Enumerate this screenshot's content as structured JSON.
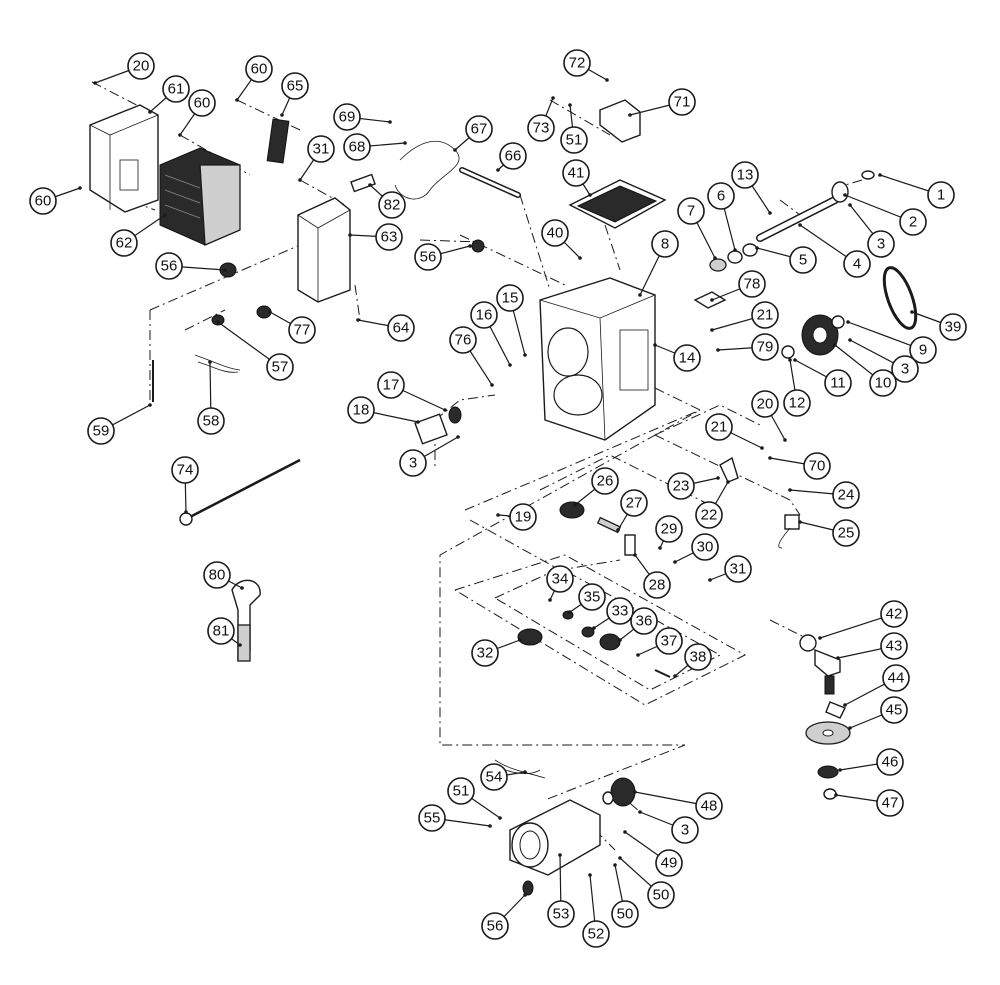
{
  "diagram": {
    "callouts": [
      {
        "label": "20"
      },
      {
        "label": "60"
      },
      {
        "label": "65"
      },
      {
        "label": "61"
      },
      {
        "label": "60"
      },
      {
        "label": "60"
      },
      {
        "label": "62"
      },
      {
        "label": "31"
      },
      {
        "label": "69"
      },
      {
        "label": "67"
      },
      {
        "label": "68"
      },
      {
        "label": "66"
      },
      {
        "label": "72"
      },
      {
        "label": "71"
      },
      {
        "label": "73"
      },
      {
        "label": "51"
      },
      {
        "label": "41"
      },
      {
        "label": "13"
      },
      {
        "label": "1"
      },
      {
        "label": "82"
      },
      {
        "label": "63"
      },
      {
        "label": "40"
      },
      {
        "label": "8"
      },
      {
        "label": "7"
      },
      {
        "label": "6"
      },
      {
        "label": "2"
      },
      {
        "label": "3"
      },
      {
        "label": "56"
      },
      {
        "label": "56"
      },
      {
        "label": "5"
      },
      {
        "label": "4"
      },
      {
        "label": "78"
      },
      {
        "label": "39"
      },
      {
        "label": "15"
      },
      {
        "label": "16"
      },
      {
        "label": "21"
      },
      {
        "label": "9"
      },
      {
        "label": "64"
      },
      {
        "label": "77"
      },
      {
        "label": "76"
      },
      {
        "label": "14"
      },
      {
        "label": "79"
      },
      {
        "label": "3"
      },
      {
        "label": "57"
      },
      {
        "label": "10"
      },
      {
        "label": "11"
      },
      {
        "label": "12"
      },
      {
        "label": "17"
      },
      {
        "label": "18"
      },
      {
        "label": "58"
      },
      {
        "label": "59"
      },
      {
        "label": "20"
      },
      {
        "label": "21"
      },
      {
        "label": "3"
      },
      {
        "label": "70"
      },
      {
        "label": "74"
      },
      {
        "label": "26"
      },
      {
        "label": "23"
      },
      {
        "label": "24"
      },
      {
        "label": "27"
      },
      {
        "label": "19"
      },
      {
        "label": "22"
      },
      {
        "label": "25"
      },
      {
        "label": "29"
      },
      {
        "label": "30"
      },
      {
        "label": "28"
      },
      {
        "label": "31"
      },
      {
        "label": "80"
      },
      {
        "label": "34"
      },
      {
        "label": "35"
      },
      {
        "label": "33"
      },
      {
        "label": "36"
      },
      {
        "label": "42"
      },
      {
        "label": "81"
      },
      {
        "label": "37"
      },
      {
        "label": "43"
      },
      {
        "label": "32"
      },
      {
        "label": "38"
      },
      {
        "label": "44"
      },
      {
        "label": "45"
      },
      {
        "label": "54"
      },
      {
        "label": "46"
      },
      {
        "label": "51"
      },
      {
        "label": "48"
      },
      {
        "label": "47"
      },
      {
        "label": "55"
      },
      {
        "label": "3"
      },
      {
        "label": "49"
      },
      {
        "label": "50"
      },
      {
        "label": "50"
      },
      {
        "label": "56"
      },
      {
        "label": "53"
      },
      {
        "label": "52"
      }
    ]
  }
}
